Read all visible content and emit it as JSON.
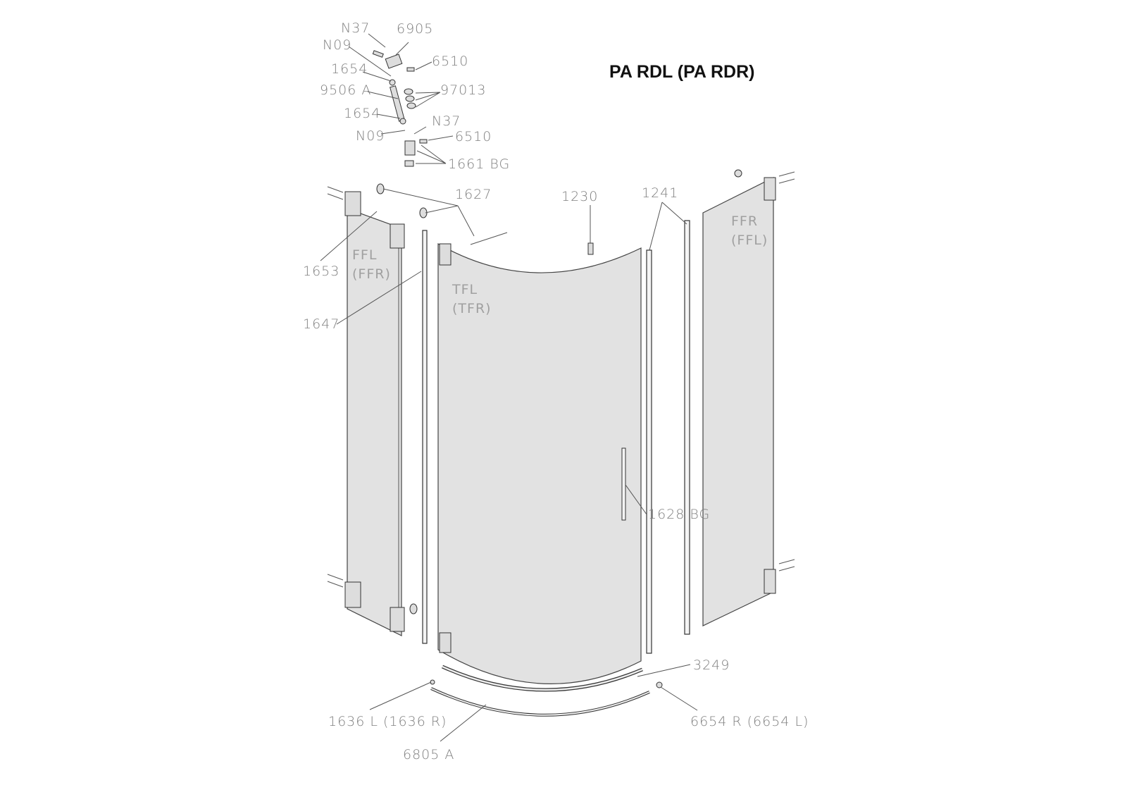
{
  "title": "PA RDL (PA RDR)",
  "panels": {
    "fixed_left": [
      "FFL",
      "(FFR)"
    ],
    "door": [
      "TFL",
      "(TFR)"
    ],
    "fixed_right": [
      "FFR",
      "(FFL)"
    ]
  },
  "parts": {
    "n37_top": "N37",
    "p6905": "6905",
    "n09_top": "N09",
    "p6510_top": "6510",
    "p1654_top": "1654",
    "p9506a": "9506 A",
    "p97013": "97013",
    "p1654_bottom": "1654",
    "n37_bottom": "N37",
    "n09_bottom": "N09",
    "p6510_bottom": "6510",
    "p1661bg": "1661 BG",
    "p1627": "1627",
    "p1230": "1230",
    "p1241": "1241",
    "p1653": "1653",
    "p1647": "1647",
    "p1628bg": "1628 BG",
    "p3249": "3249",
    "p1636": "1636 L (1636 R)",
    "p6654": "6654 R (6654 L)",
    "p6805a": "6805 A"
  }
}
